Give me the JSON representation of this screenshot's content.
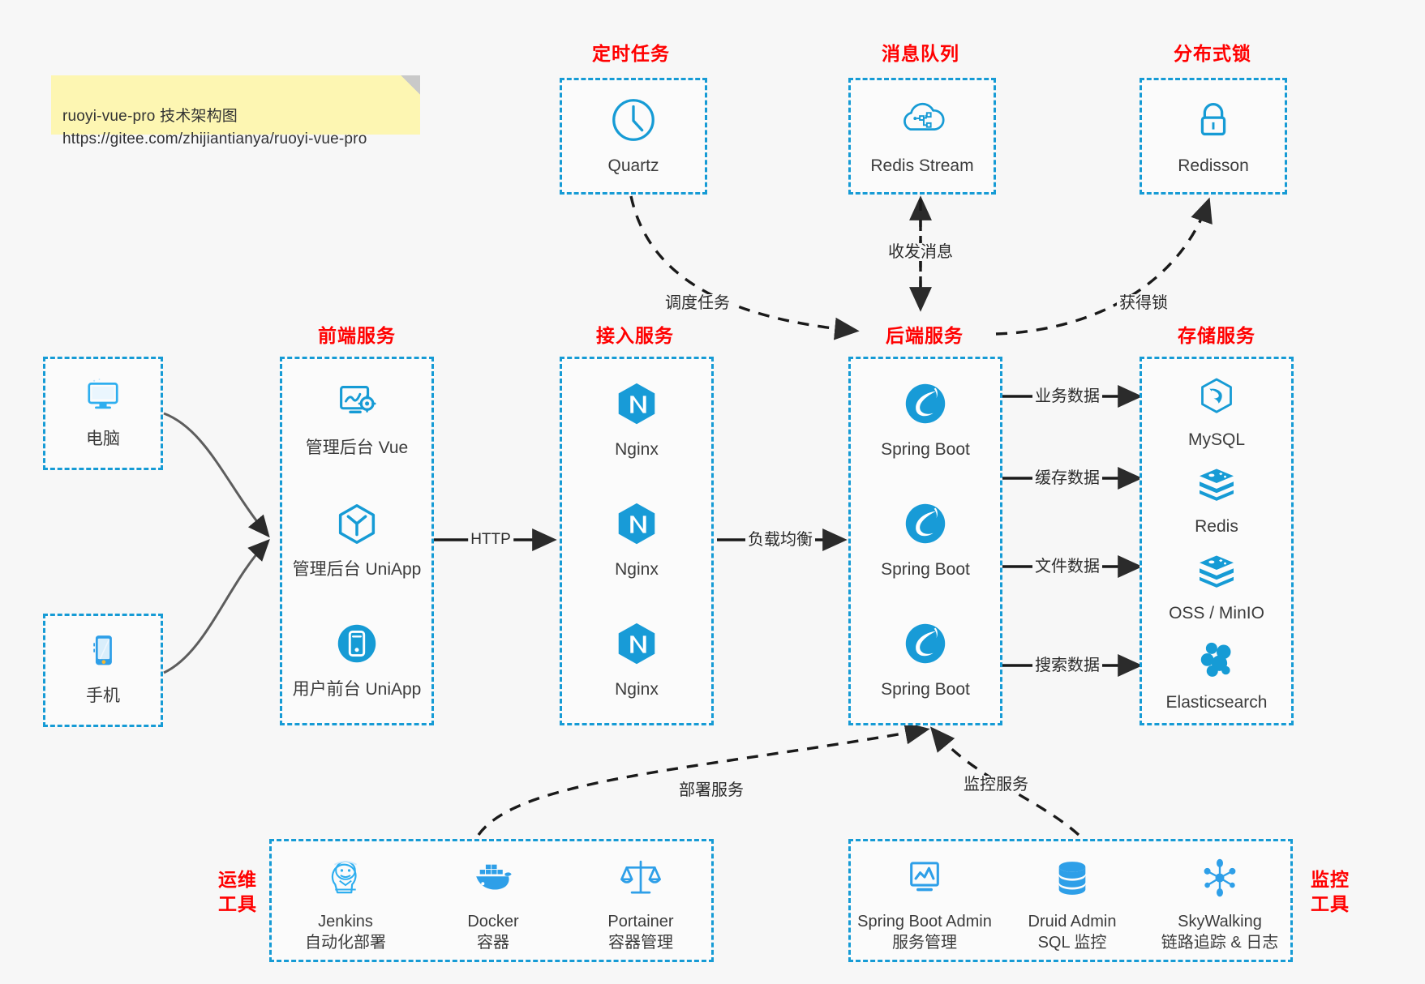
{
  "note": {
    "text": "ruoyi-vue-pro 技术架构图\nhttps://gitee.com/zhijiantianya/ruoyi-vue-pro"
  },
  "colors": {
    "accent": "#169bd5",
    "title_red": "#ff0000",
    "note_bg": "#fdf6b2",
    "canvas_bg": "#f7f7f7",
    "edge": "#2b2b2b"
  },
  "groups": {
    "scheduled": {
      "title": "定时任务",
      "items": [
        {
          "label": "Quartz",
          "icon": "clock-icon"
        }
      ]
    },
    "mq": {
      "title": "消息队列",
      "items": [
        {
          "label": "Redis Stream",
          "icon": "cloud-stream-icon"
        }
      ]
    },
    "lock": {
      "title": "分布式锁",
      "items": [
        {
          "label": "Redisson",
          "icon": "lock-icon"
        }
      ]
    },
    "clients": {
      "items": [
        {
          "label": "电脑",
          "icon": "desktop-icon"
        },
        {
          "label": "手机",
          "icon": "mobile-icon"
        }
      ]
    },
    "frontend": {
      "title": "前端服务",
      "items": [
        {
          "label": "管理后台 Vue",
          "icon": "dashboard-icon"
        },
        {
          "label": "管理后台 UniApp",
          "icon": "cube-icon"
        },
        {
          "label": "用户前台 UniApp",
          "icon": "app-icon"
        }
      ]
    },
    "gateway": {
      "title": "接入服务",
      "items": [
        {
          "label": "Nginx",
          "icon": "nginx-icon"
        },
        {
          "label": "Nginx",
          "icon": "nginx-icon"
        },
        {
          "label": "Nginx",
          "icon": "nginx-icon"
        }
      ]
    },
    "backend": {
      "title": "后端服务",
      "items": [
        {
          "label": "Spring Boot",
          "icon": "spring-icon"
        },
        {
          "label": "Spring Boot",
          "icon": "spring-icon"
        },
        {
          "label": "Spring Boot",
          "icon": "spring-icon"
        }
      ]
    },
    "storage": {
      "title": "存储服务",
      "items": [
        {
          "label": "MySQL",
          "icon": "mysql-icon"
        },
        {
          "label": "Redis",
          "icon": "redis-icon"
        },
        {
          "label": "OSS / MinIO",
          "icon": "oss-icon"
        },
        {
          "label": "Elasticsearch",
          "icon": "elasticsearch-icon"
        }
      ]
    },
    "devops": {
      "title": "运维\n工具",
      "items": [
        {
          "label": "Jenkins\n自动化部署",
          "icon": "jenkins-icon"
        },
        {
          "label": "Docker\n容器",
          "icon": "docker-icon"
        },
        {
          "label": "Portainer\n容器管理",
          "icon": "portainer-icon"
        }
      ]
    },
    "monitor": {
      "title": "监控\n工具",
      "items": [
        {
          "label": "Spring Boot Admin\n服务管理",
          "icon": "monitor-chart-icon"
        },
        {
          "label": "Druid Admin\nSQL 监控",
          "icon": "database-icon"
        },
        {
          "label": "SkyWalking\n链路追踪 & 日志",
          "icon": "skywalking-icon"
        }
      ]
    }
  },
  "edges": [
    {
      "label": "HTTP",
      "id": "frontend-to-gateway"
    },
    {
      "label": "负载均衡",
      "id": "gateway-to-backend"
    },
    {
      "label": "调度任务",
      "id": "quartz-to-backend"
    },
    {
      "label": "收发消息",
      "id": "backend-to-mq"
    },
    {
      "label": "获得锁",
      "id": "backend-to-lock"
    },
    {
      "label": "业务数据",
      "id": "backend-to-mysql"
    },
    {
      "label": "缓存数据",
      "id": "backend-to-redis"
    },
    {
      "label": "文件数据",
      "id": "backend-to-oss"
    },
    {
      "label": "搜索数据",
      "id": "backend-to-es"
    },
    {
      "label": "部署服务",
      "id": "devops-to-backend"
    },
    {
      "label": "监控服务",
      "id": "monitor-to-backend"
    }
  ]
}
